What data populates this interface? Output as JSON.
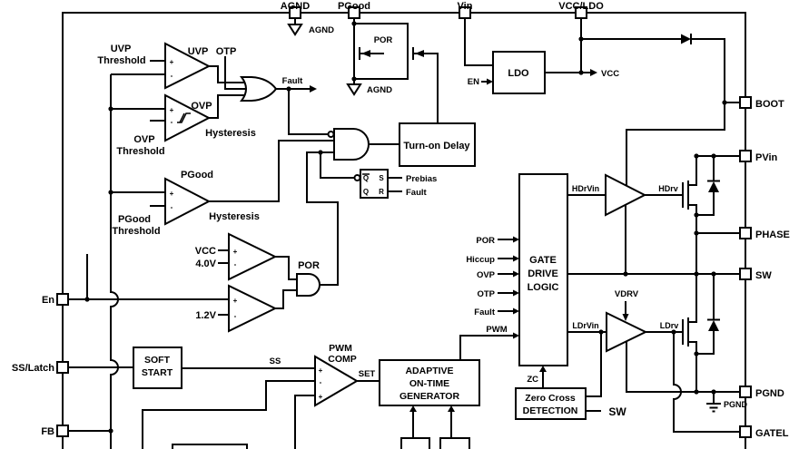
{
  "meta": {
    "background": "#ffffff",
    "line_color": "#000000",
    "title": "Power converter IC block diagram"
  },
  "pins": {
    "agnd": "AGND",
    "pgood": "PGood",
    "vin": "Vin",
    "vcc_ldo": "VCC/LDO",
    "boot": "BOOT",
    "pvin": "PVin",
    "phase": "PHASE",
    "sw": "SW",
    "pgnd": "PGND",
    "gatel": "GATEL",
    "en": "En",
    "ss_latch": "SS/Latch",
    "fb": "FB"
  },
  "grounds": {
    "agnd_top": "AGND",
    "agnd_mid": "AGND",
    "pgnd": "PGND"
  },
  "blocks": {
    "ldo": "LDO",
    "turn_on_delay": "Turn-on Delay",
    "soft_start_l1": "SOFT",
    "soft_start_l2": "START",
    "pwm_comp_l1": "PWM",
    "pwm_comp_l2": "COMP",
    "aotg_l1": "ADAPTIVE",
    "aotg_l2": "ON-TIME",
    "aotg_l3": "GENERATOR",
    "gdl_l1": "GATE",
    "gdl_l2": "DRIVE",
    "gdl_l3": "LOGIC",
    "zcd_l1": "Zero Cross",
    "zcd_l2": "DETECTION"
  },
  "comparators": {
    "uvp_threshold_l1": "UVP",
    "uvp_threshold_l2": "Threshold",
    "uvp_out": "UVP",
    "otp": "OTP",
    "ovp_out": "OVP",
    "ovp_hysteresis": "Hysteresis",
    "ovp_threshold_l1": "OVP",
    "ovp_threshold_l2": "Threshold",
    "pgood_out": "PGood",
    "pgood_hysteresis": "Hysteresis",
    "pgood_threshold_l1": "PGood",
    "pgood_threshold_l2": "Threshold",
    "vcc": "VCC",
    "v40": "4.0V",
    "v12": "1.2V",
    "por_gate": "POR",
    "plus": "+",
    "minus": "-"
  },
  "latch": {
    "q_bar": "Q",
    "s": "S",
    "q": "Q",
    "r": "R"
  },
  "signals": {
    "fault": "Fault",
    "prebias": "Prebias",
    "fault_latch": "Fault",
    "por_top": "POR",
    "en": "EN",
    "vcc_out": "VCC",
    "ss": "SS",
    "set": "SET",
    "pwm": "PWM",
    "zc": "ZC",
    "sw_sense": "SW",
    "hdrvin": "HDrVin",
    "hdrv": "HDrv",
    "ldrvin": "LDrVin",
    "ldrv": "LDrv",
    "vdrv": "VDRV"
  },
  "gdl_inputs": {
    "por": "POR",
    "hiccup": "Hiccup",
    "ovp": "OVP",
    "otp": "OTP",
    "fault": "Fault",
    "pwm": "PWM"
  }
}
